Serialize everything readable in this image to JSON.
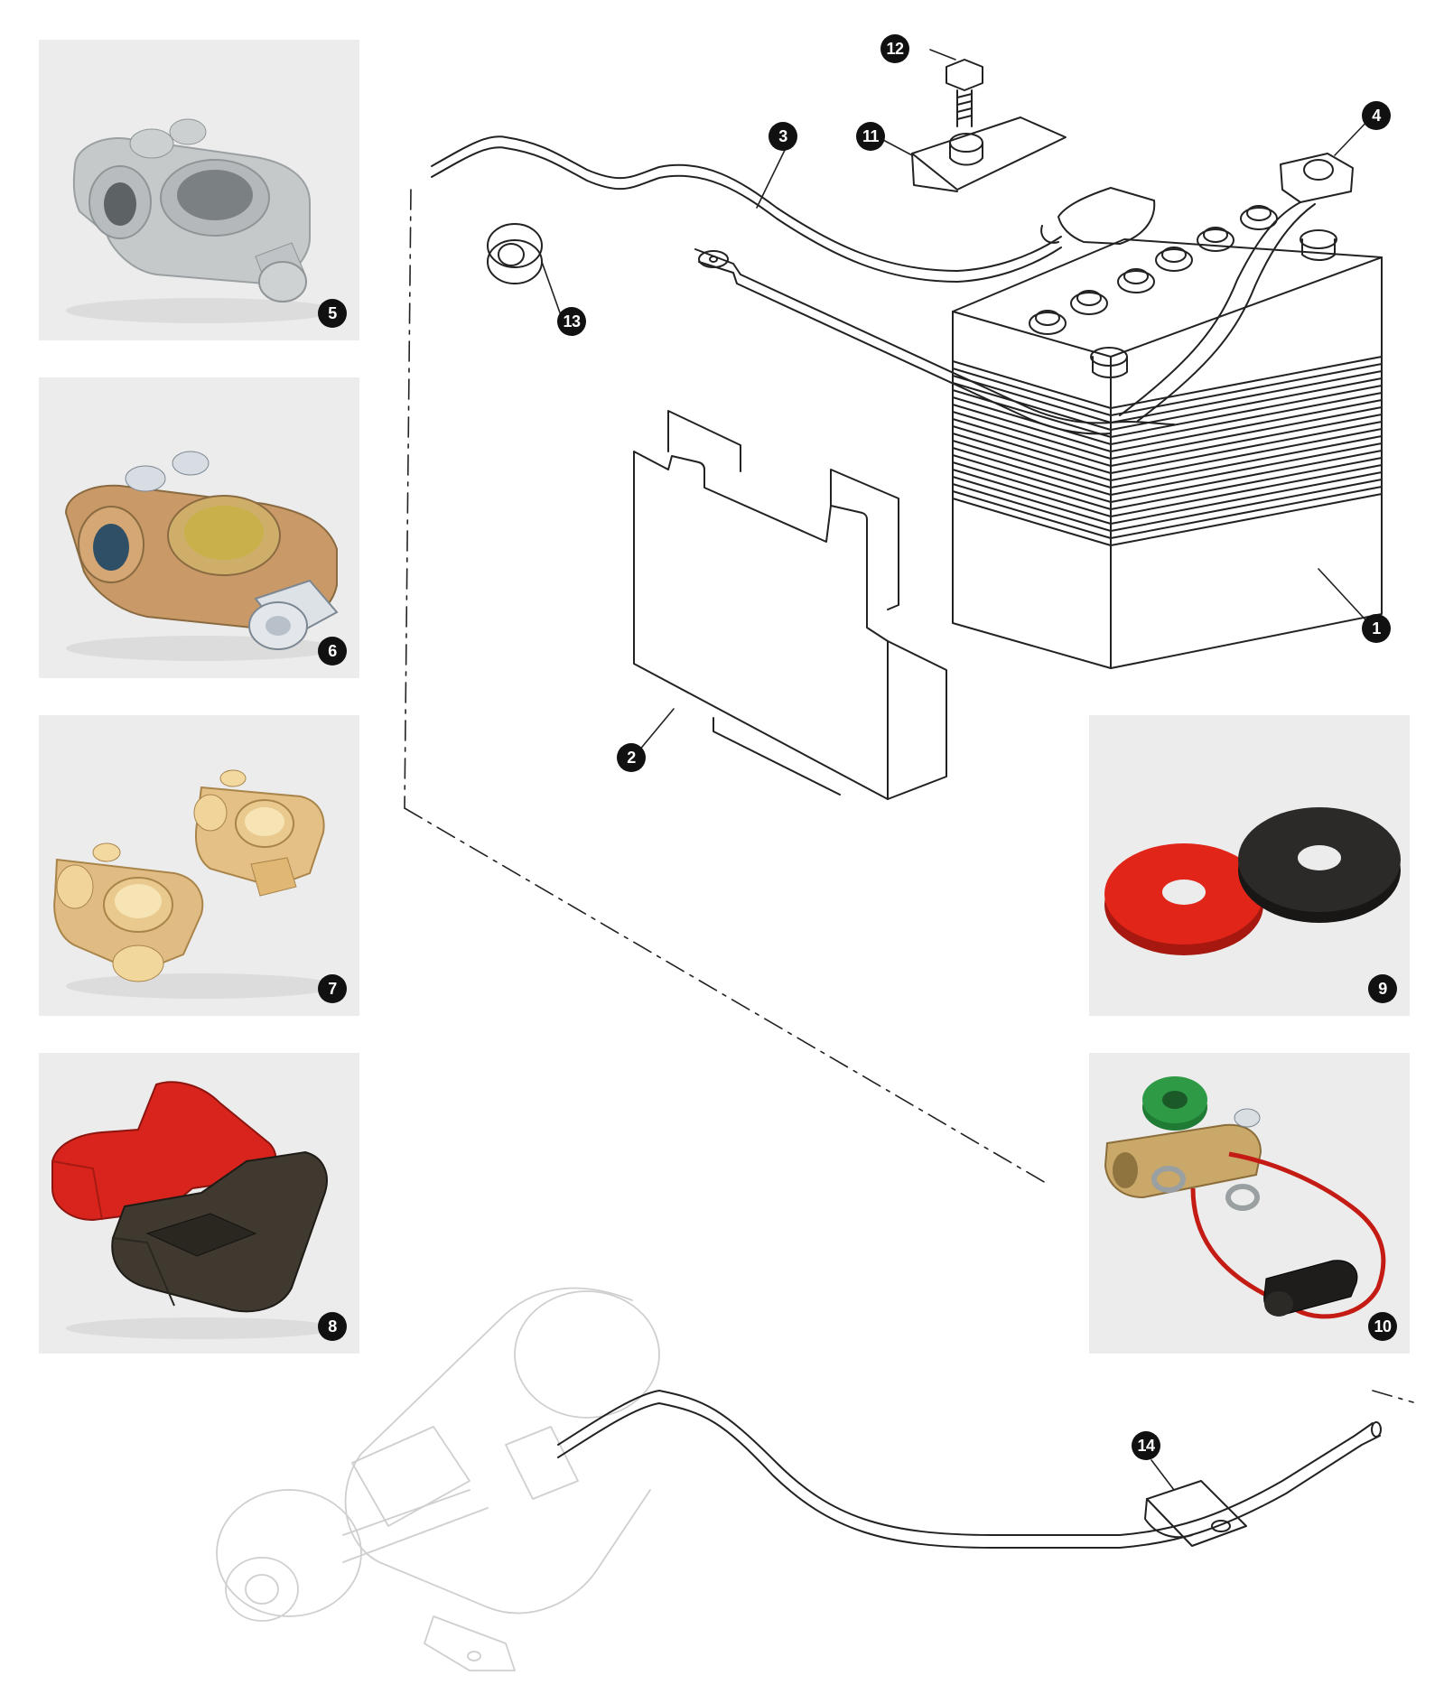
{
  "callouts": {
    "c1": "1",
    "c2": "2",
    "c3": "3",
    "c4": "4",
    "c11": "11",
    "c12": "12",
    "c13": "13",
    "c14": "14"
  },
  "panels": {
    "p5": {
      "label": "5"
    },
    "p6": {
      "label": "6"
    },
    "p7": {
      "label": "7"
    },
    "p8": {
      "label": "8"
    },
    "p9": {
      "label": "9"
    },
    "p10": {
      "label": "10"
    }
  },
  "colors": {
    "panel_background": "#ececec",
    "badge": "#111111",
    "line": "#222222",
    "ghost_line": "#d0d0d0",
    "red": "#d8241c",
    "black_cover": "#3b362e",
    "green_knob": "#2f8a3c",
    "brass": "#d9b36b",
    "zinc": "#c8cbcc"
  }
}
